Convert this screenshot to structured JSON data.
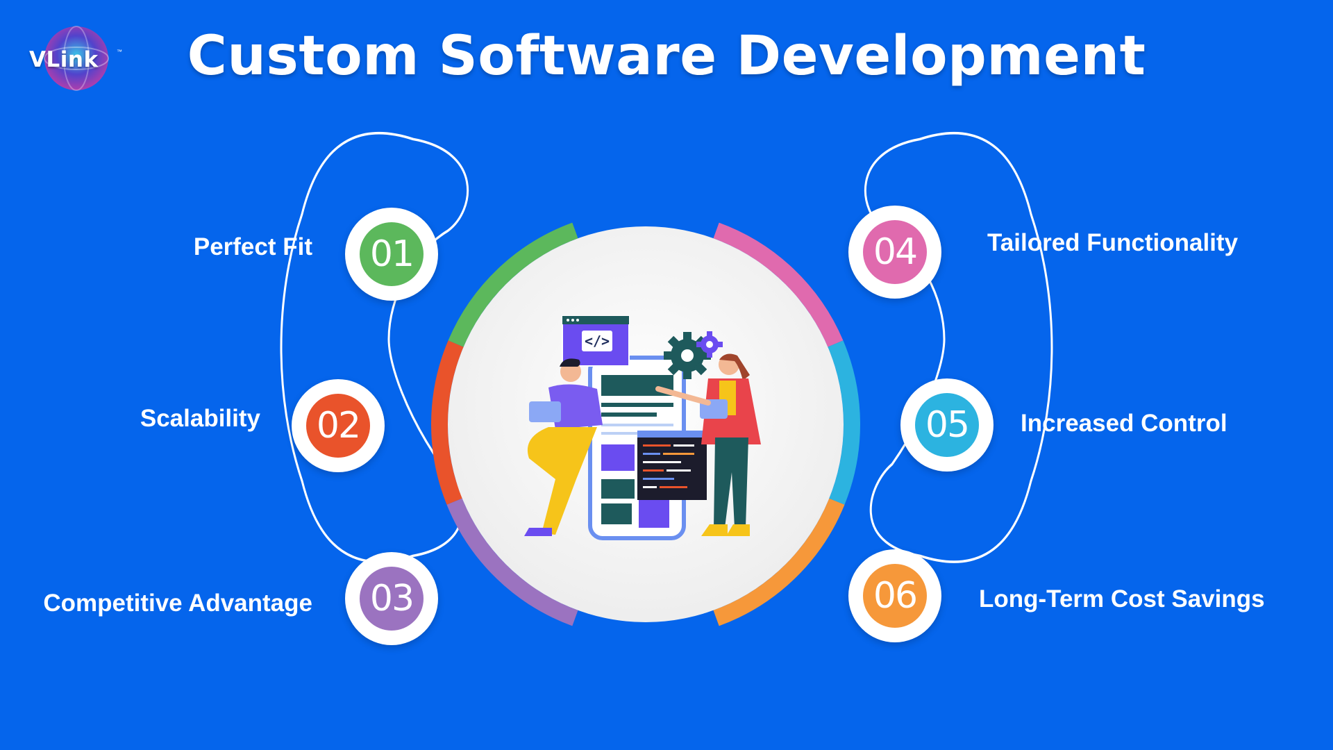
{
  "title": "Custom Software Development",
  "logo": {
    "text": "VLink",
    "tm": "™"
  },
  "colors": {
    "background": "#0565ec",
    "green": "#5cb85c",
    "red": "#e9532b",
    "purple": "#9b73c0",
    "pink": "#e06aae",
    "cyan": "#2cb3e0",
    "orange": "#f6983a"
  },
  "items": [
    {
      "number": "01",
      "label": "Perfect Fit",
      "color": "#5cb85c"
    },
    {
      "number": "02",
      "label": "Scalability",
      "color": "#e9532b"
    },
    {
      "number": "03",
      "label": "Competitive Advantage",
      "color": "#9b73c0"
    },
    {
      "number": "04",
      "label": "Tailored Functionality",
      "color": "#e06aae"
    },
    {
      "number": "05",
      "label": "Increased Control",
      "color": "#2cb3e0"
    },
    {
      "number": "06",
      "label": "Long-Term Cost Savings",
      "color": "#f6983a"
    }
  ],
  "illustration": {
    "code_tag": "</>",
    "icons": [
      "gear-icon",
      "code-window-icon"
    ]
  }
}
